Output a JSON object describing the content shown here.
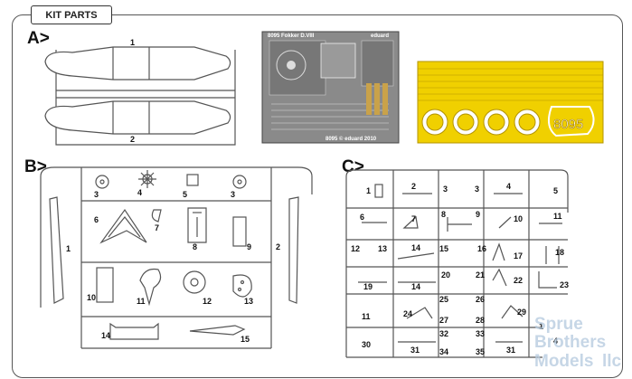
{
  "header": {
    "tab_label": "KIT PARTS"
  },
  "sections": {
    "a": "A>",
    "b": "B>",
    "c": "C>"
  },
  "photo_etch": {
    "label": "8095 Fokker D.VIII",
    "brand": "eduard",
    "bottom_text": "8095 © eduard 2010"
  },
  "mask": {
    "label": "8095"
  },
  "sprue_a": {
    "parts": [
      "1",
      "2"
    ]
  },
  "sprue_b": {
    "parts": [
      "1",
      "2",
      "3",
      "4",
      "5",
      "3",
      "6",
      "7",
      "8",
      "9",
      "10",
      "11",
      "12",
      "13",
      "14",
      "15"
    ]
  },
  "sprue_c": {
    "parts": [
      "1",
      "2",
      "3",
      "3",
      "4",
      "5",
      "6",
      "7",
      "8",
      "9",
      "10",
      "11",
      "12",
      "13",
      "14",
      "15",
      "16",
      "17",
      "18",
      "19",
      "14",
      "20",
      "21",
      "22",
      "23",
      "11",
      "24",
      "25",
      "26",
      "27",
      "28",
      "29",
      "1",
      "30",
      "31",
      "32",
      "33",
      "34",
      "35",
      "31",
      "4"
    ]
  },
  "watermark": {
    "line1": "Sprue",
    "line2": "Brothers",
    "line3": "Models",
    "suffix": "llc"
  },
  "colors": {
    "photo_etch": "#8a8a8a",
    "mask": "#f0d000",
    "line": "#555555"
  }
}
